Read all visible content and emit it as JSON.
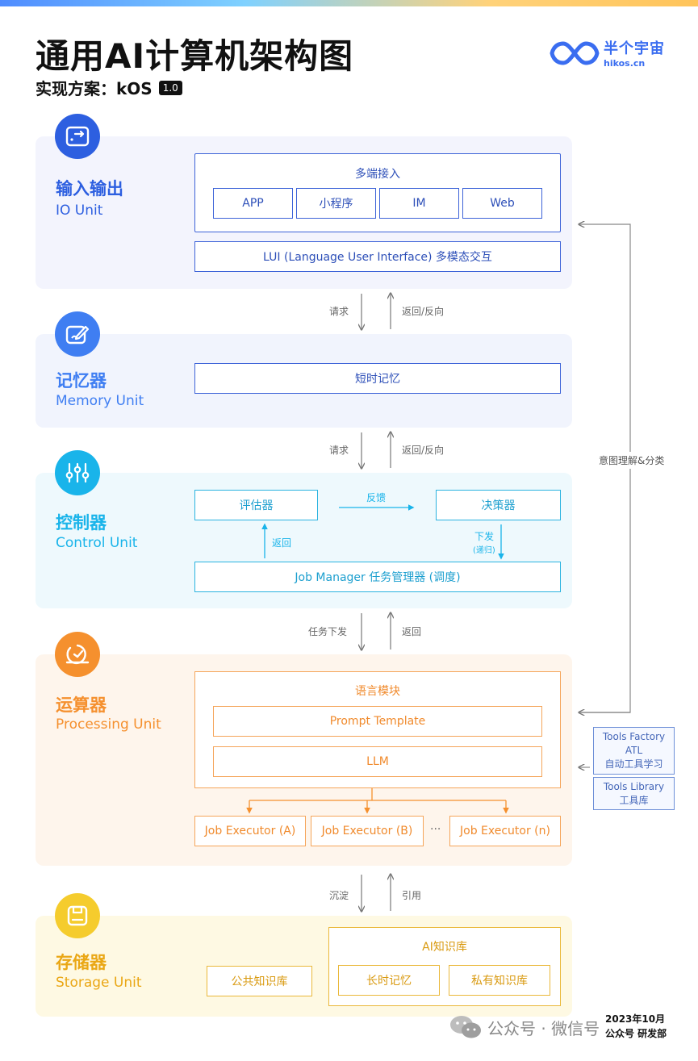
{
  "header": {
    "title": "通用AI计算机架构图",
    "subtitle": "实现方案：kOS",
    "version": "1.0"
  },
  "logo": {
    "name": "半个宇宙",
    "url": "hikos.cn",
    "icon": "infinity-icon"
  },
  "io": {
    "cn": "输入输出",
    "en": "IO Unit",
    "icon": "exchange-icon",
    "multi_access": "多端接入",
    "endpoints": [
      "APP",
      "小程序",
      "IM",
      "Web"
    ],
    "lui": "LUI (Language User Interface) 多模态交互"
  },
  "memory": {
    "cn": "记忆器",
    "en": "Memory Unit",
    "icon": "edit-icon",
    "short_term": "短时记忆"
  },
  "control": {
    "cn": "控制器",
    "en": "Control Unit",
    "icon": "sliders-icon",
    "evaluator": "评估器",
    "decider": "决策器",
    "feedback": "反馈",
    "return": "返回",
    "dispatch": "下发",
    "recursive": "(递归)",
    "job_manager": "Job Manager 任务管理器 (调度)"
  },
  "processing": {
    "cn": "运算器",
    "en": "Processing Unit",
    "icon": "gauge-icon",
    "language_module": "语言模块",
    "prompt": "Prompt Template",
    "llm": "LLM",
    "executors": [
      "Job Executor (A)",
      "Job Executor (B)",
      "Job Executor (n)"
    ],
    "ellipsis": "···"
  },
  "storage": {
    "cn": "存储器",
    "en": "Storage Unit",
    "icon": "save-icon",
    "public_kb": "公共知识库",
    "ai_kb": "AI知识库",
    "long_term": "长时记忆",
    "private_kb": "私有知识库"
  },
  "arrows": {
    "request": "请求",
    "return_reverse": "返回/反向",
    "task_dispatch": "任务下发",
    "return": "返回",
    "settle": "沉淀",
    "reference": "引用"
  },
  "side": {
    "intent": "意图理解&分类",
    "tools_factory": [
      "Tools Factory",
      "ATL",
      "自动工具学习"
    ],
    "tools_library": [
      "Tools Library",
      "工具库"
    ]
  },
  "footer": {
    "date": "2023年10月",
    "dept": "公众号 研发部",
    "watermark": "公众号 · 微信号"
  },
  "colors": {
    "io": "#2d5fe0",
    "memory": "#3f7ef2",
    "control": "#19b4ea",
    "processing": "#f5902e",
    "storage": "#f5cc2d"
  }
}
